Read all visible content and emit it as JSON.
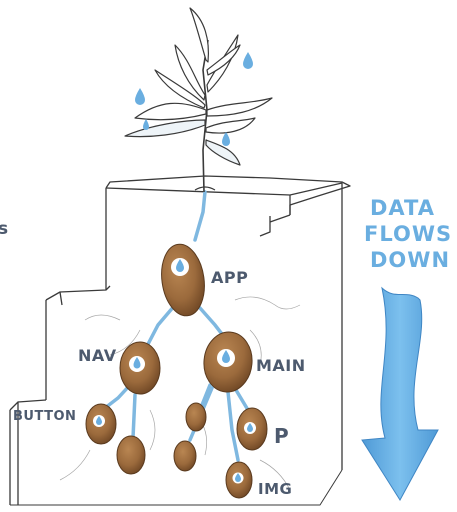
{
  "edge_text": "s",
  "flow_text": {
    "line1": "DATA",
    "line2": "FLOWS",
    "line3": "DOWN"
  },
  "nodes": {
    "app": "APP",
    "nav": "NAV",
    "main": "MAIN",
    "button": "BUTTON",
    "p": "P",
    "img": "IMG"
  },
  "colors": {
    "potato": "#9b6a3c",
    "potato_dark": "#6e4624",
    "water": "#6aaee0",
    "root": "#7fb8e0",
    "sketch": "#3a3a3a",
    "label": "#4d5a6e"
  }
}
